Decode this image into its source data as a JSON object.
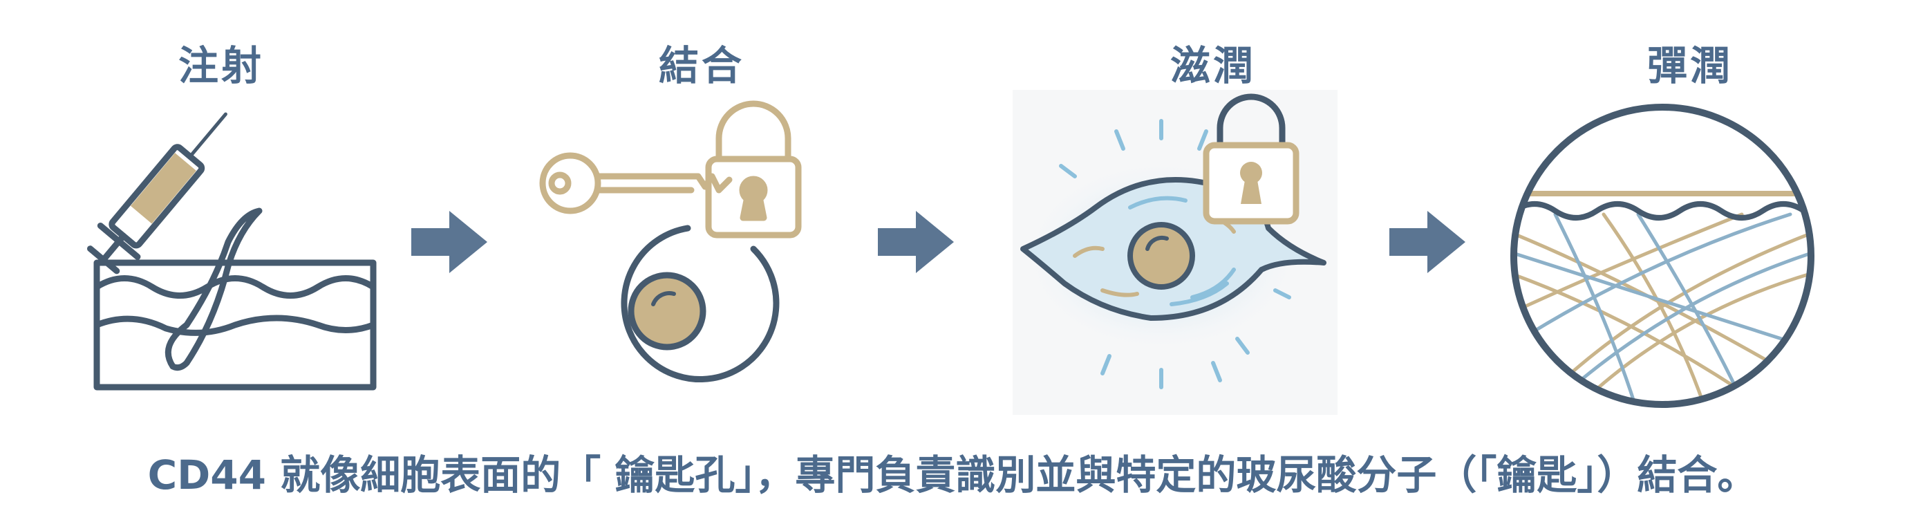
{
  "steps": [
    {
      "label": "注射",
      "icon": "syringe-skin-icon"
    },
    {
      "label": "結合",
      "icon": "key-lock-cell-icon"
    },
    {
      "label": "滋潤",
      "icon": "hydrated-cell-icon"
    },
    {
      "label": "彈潤",
      "icon": "skin-mesh-icon"
    }
  ],
  "caption": "CD44 就像細胞表面的「 鑰匙孔」，專門負責識別並與特定的玻尿酸分子（「鑰匙」）結合。",
  "colors": {
    "primary": "#4c6a8c",
    "outline": "#465a6e",
    "tan": "#c9b48a",
    "blue": "#8cc0dc"
  }
}
